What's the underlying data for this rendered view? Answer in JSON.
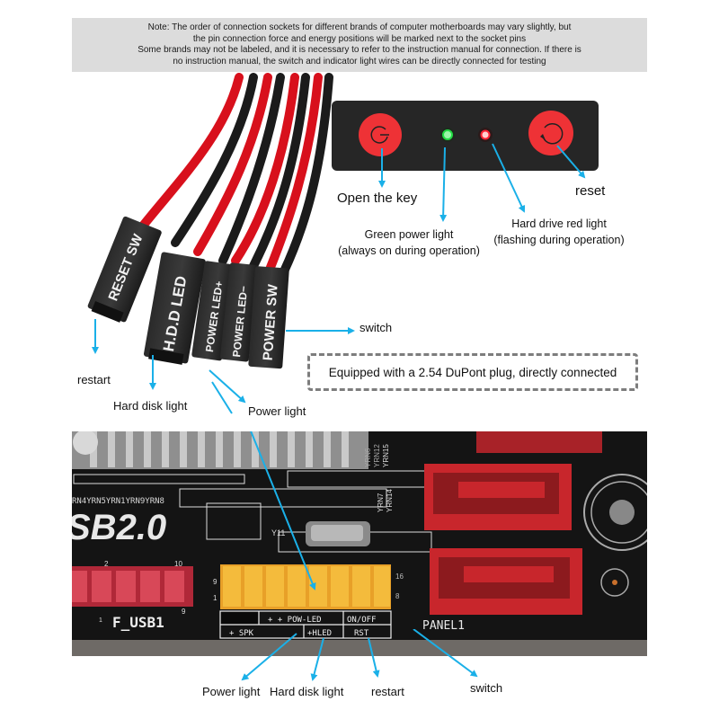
{
  "note": {
    "lines": [
      "Note: The order of connection sockets for different brands of computer motherboards may vary slightly, but",
      "the pin connection force and energy positions will be marked next to the socket pins",
      "Some brands may not be labeled, and it is necessary to refer to the instruction manual for connection. If there is",
      "no instruction manual, the switch and indicator light wires can be directly connected for testing"
    ]
  },
  "front_panel": {
    "buttons": [
      {
        "name": "power",
        "icon": "power-icon",
        "label": "Open the key"
      },
      {
        "name": "reset",
        "icon": "reset-icon",
        "label": "reset"
      }
    ],
    "leds": [
      {
        "color": "#22dd44",
        "label": "Green power light",
        "sublabel": "(always on during operation)"
      },
      {
        "color": "#ff2233",
        "label": "Hard drive red light",
        "sublabel": "(flashing during operation)"
      }
    ]
  },
  "connectors": {
    "plugs": [
      "RESET SW",
      "H.D.D LED",
      "POWER LED+",
      "POWER LED−",
      "POWER SW"
    ],
    "callouts": {
      "reset": "restart",
      "hdd": "Hard disk light",
      "power_led": "Power light",
      "power_sw": "switch"
    },
    "dupont_note": "Equipped with a 2.54 DuPont plug, directly connected"
  },
  "board": {
    "silkscreen": {
      "usb_label": "SB2.0",
      "rn_row": "RN4YRN5YRN1YRN9YRN8",
      "yrn_vertical": [
        "YRN6",
        "YRN12",
        "YRN15",
        "YRN7",
        "YRN14"
      ],
      "crystal": "Y11",
      "usb_header": "F_USB1",
      "usb_pins": {
        "p2": "2",
        "p10": "10",
        "p1": "1",
        "p9": "9"
      },
      "panel_pins": {
        "p9": "9",
        "p1": "1",
        "p16": "16",
        "p8": "8"
      },
      "pow_led": "+ + POW-LED",
      "on_off": "ON/OFF",
      "spk": "+ SPK",
      "hled": "+HLED",
      "rst": "RST",
      "panel": "PANEL1"
    },
    "callouts": [
      "Power light",
      "Hard disk light",
      "restart",
      "switch"
    ]
  },
  "colors": {
    "arrow": "#1ab0e8",
    "wire_red": "#d8101c",
    "wire_black": "#1b1b1b",
    "note_bg": "#dcdcdc",
    "header_yellow": "#f0b030",
    "sata_red": "#c8262c"
  }
}
